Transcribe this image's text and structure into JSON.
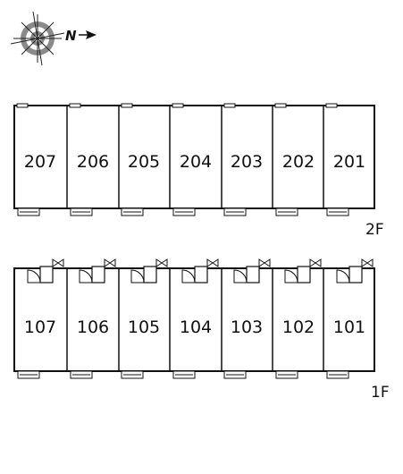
{
  "compass": {
    "north_label": "N",
    "icon": "compass-rose-icon"
  },
  "floors": [
    {
      "label": "2F",
      "units": [
        "207",
        "206",
        "205",
        "204",
        "203",
        "202",
        "201"
      ]
    },
    {
      "label": "1F",
      "units": [
        "107",
        "106",
        "105",
        "104",
        "103",
        "102",
        "101"
      ]
    }
  ]
}
